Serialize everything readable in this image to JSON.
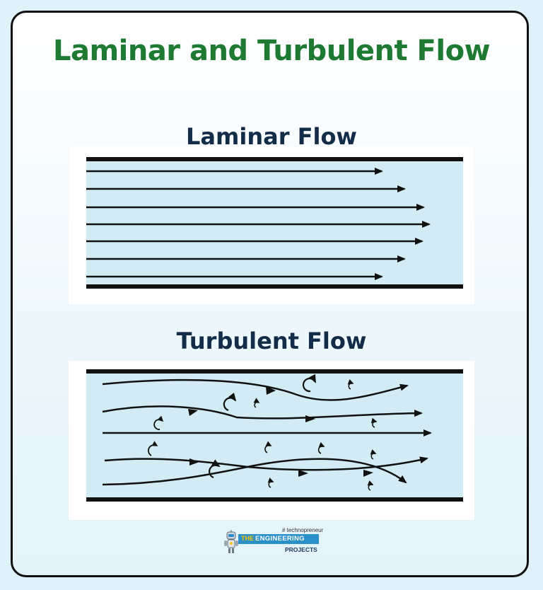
{
  "title": "Laminar and Turbulent Flow",
  "sections": {
    "laminar": {
      "title": "Laminar Flow"
    },
    "turbulent": {
      "title": "Turbulent Flow"
    }
  },
  "logo": {
    "tagline": "# technopreneur",
    "word_the": "THE",
    "word_engineering": "ENGINEERING",
    "word_projects": "PROJECTS",
    "icon": "robot-icon"
  },
  "colors": {
    "title": "#1e7a33",
    "section_title": "#132c48",
    "pipe_fill": "#d3ebf4",
    "pipe_wall": "#111111",
    "flow_line": "#111111",
    "logo_band": "#2b8fc8",
    "logo_the": "#f6c400"
  }
}
